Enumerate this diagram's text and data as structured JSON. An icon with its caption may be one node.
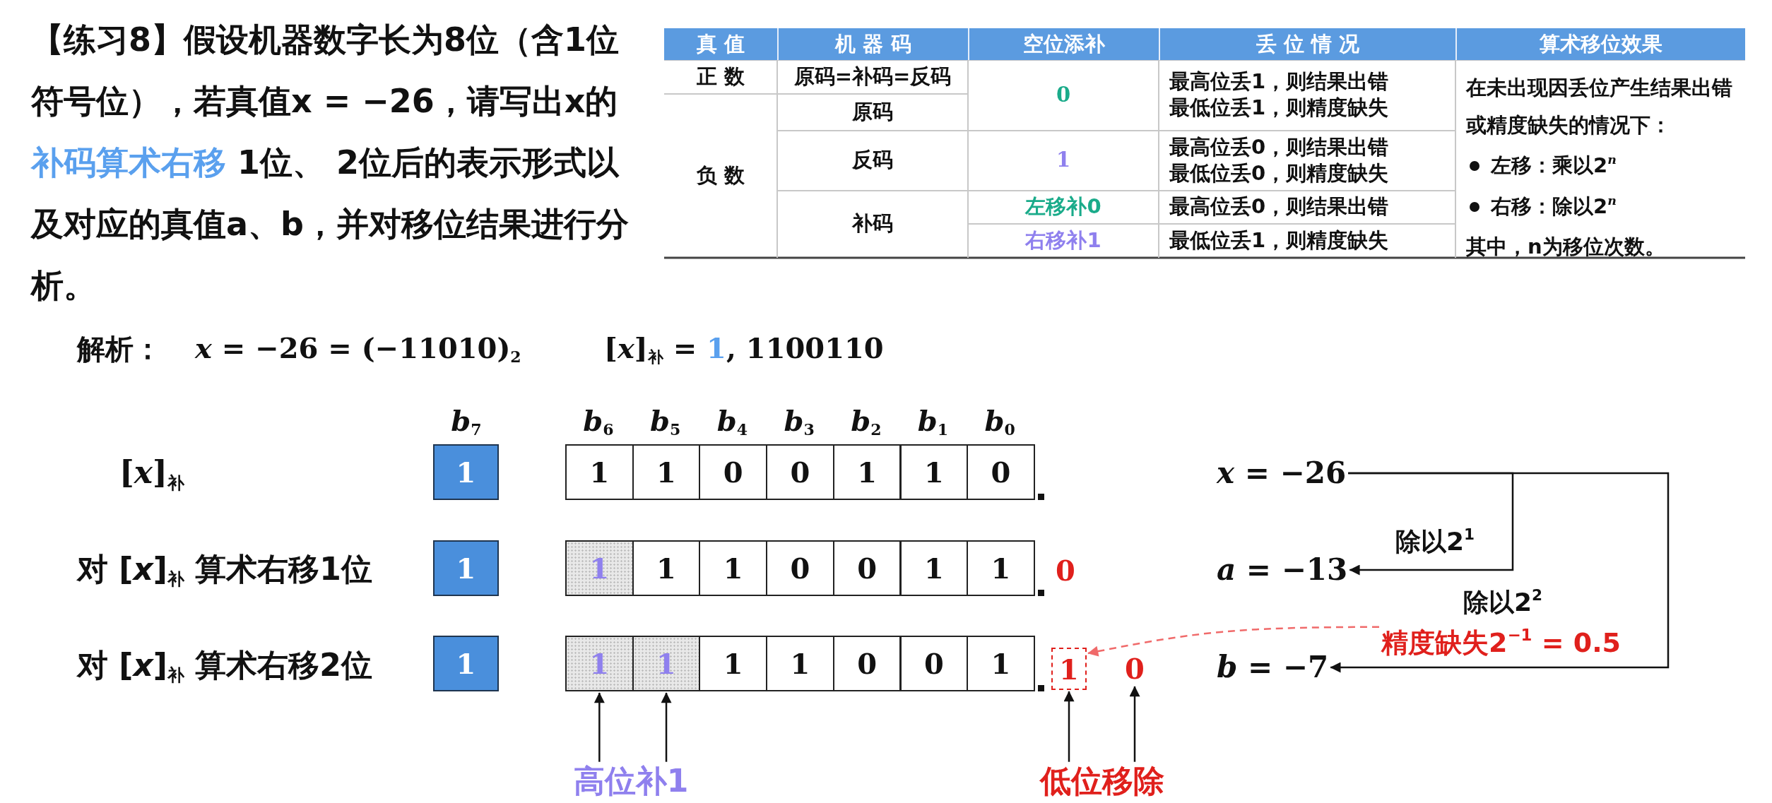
{
  "diagram": {
    "nodes": [
      {
        "text": [
          "1"
        ]
      },
      {
        "text": [
          "1"
        ]
      },
      {
        "text": [
          "1"
        ]
      },
      {
        "text": [
          "0"
        ]
      },
      {
        "text": [
          "0"
        ]
      },
      {
        "text": [
          "1"
        ]
      },
      {
        "text": [
          "1"
        ]
      },
      {
        "text": [
          "0"
        ]
      },
      {
        "text": [
          "*x* = −26"
        ]
      },
      {
        "text": [
          "1"
        ]
      },
      {
        "text": [
          "1"
        ]
      },
      {
        "text": [
          "1"
        ]
      },
      {
        "text": [
          "1"
        ]
      },
      {
        "text": [
          "0"
        ]
      },
      {
        "text": [
          "0"
        ]
      },
      {
        "text": [
          "1"
        ]
      },
      {
        "text": [
          "1"
        ]
      },
      {
        "text": [
          "*a* = −13"
        ]
      },
      {
        "text": [
          "1"
        ]
      },
      {
        "text": [
          "1"
        ]
      },
      {
        "text": [
          "1"
        ]
      },
      {
        "text": [
          "1"
        ]
      },
      {
        "text": [
          "1"
        ]
      },
      {
        "text": [
          "0"
        ]
      },
      {
        "text": [
          "0"
        ]
      },
      {
        "text": [
          "1"
        ]
      },
      {
        "text": [
          "1"
        ]
      },
      {
        "text": [
          "0"
        ]
      },
      {
        "text": [
          "精度缺失2$^{−1}$ = 0.5"
        ]
      },
      {
        "text": [
          "*b* = −7"
        ]
      },
      {
        "text": [
          "高位补1"
        ]
      },
      {
        "text": [
          "低位移除"
        ]
      }
    ],
    "edges": [
      {
        "from": 8,
        "to": 17,
        "arrow": "to",
        "label": "除以2$^{1}$"
      },
      {
        "from": 8,
        "to": 29,
        "arrow": "to",
        "label": "除以2$^{2}$"
      },
      {
        "from": 28,
        "to": 26,
        "arrow": "to",
        "style": "dashed",
        "color": "#f06a6a"
      },
      {
        "from": 30,
        "to": 19,
        "arrow": "to"
      },
      {
        "from": 30,
        "to": 20,
        "arrow": "to"
      },
      {
        "from": 31,
        "to": 26,
        "arrow": "to"
      },
      {
        "from": 31,
        "to": 27,
        "arrow": "to"
      }
    ],
    "labels": [
      "【练习8】假设机器数字长为8位（含1位符号位），若真值x = −26，请写出x的**补码算术右移** 1位、 2位后的表示形式以及对应的真值a、b，并对移位结果进行分析。",
      "真 值",
      "机 器 码",
      "空位添补",
      "丢 位 情 况",
      "算术移位效果",
      "正 数",
      "原码=补码=反码",
      "0",
      "最高位丢1，则结果出错",
      "最低位丢1，则精度缺失",
      "在未出现因丢位产生结果出错或精度缺失的情况下：",
      "左移：乘以2$^{n}$",
      "右移：除以2$^{n}$",
      "其中，n为移位次数。",
      "负 数",
      "原码",
      "反码",
      "1",
      "最高位丢0，则结果出错",
      "最低位丢0，则精度缺失",
      "补码",
      "左移补0",
      "最高位丢0，则结果出错",
      "右移补1",
      "最低位丢1，则精度缺失",
      "解析：",
      "*x* = −26 = (−11010)$_{2}$",
      "[*x*]$_{补}$ = **1**, 1100110",
      "*b*$_{7}$",
      "*b*$_{6}$",
      "*b*$_{5}$",
      "*b*$_{4}$",
      "*b*$_{3}$",
      "*b*$_{2}$",
      "*b*$_{1}$",
      "*b*$_{0}$",
      "[*x*]$_{补}$",
      "对 [*x*]$_{补}$ 算术右移1位",
      "0",
      "对 [*x*]$_{补}$ 算术右移2位"
    ]
  }
}
